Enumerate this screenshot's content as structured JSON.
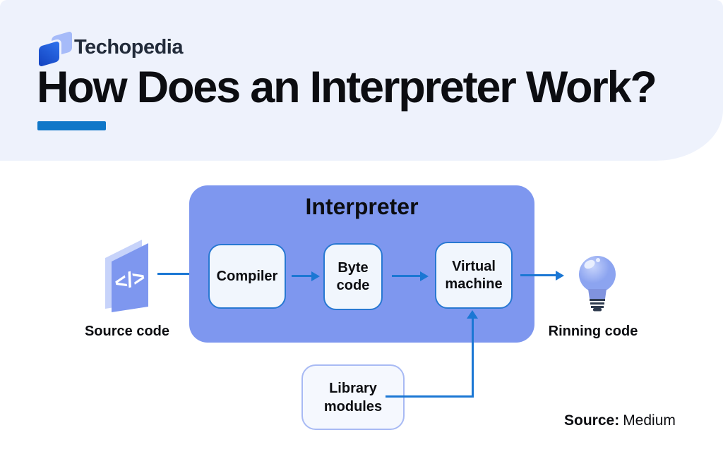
{
  "colors": {
    "canvas-bg": "#FFFFFF",
    "header-bg": "#EEF2FC",
    "text-dark": "#0C0D11",
    "brand-navy": "#222B3A",
    "underline-blue": "#1077C8",
    "interpreter-bg": "#7E97EF",
    "stage-bg": "#F1F6FD",
    "stage-border": "#2878D2",
    "library-bg": "#F5F8FE",
    "library-border": "#A8BAF4",
    "arrow-blue": "#1B77D4",
    "logo-back": "#A6BBF9",
    "logo-front-1": "#2F74EE",
    "logo-front-2": "#1240BE",
    "icon-face": "#7E97EF",
    "icon-bevel": "#C7D3FA",
    "bulb-main": "#8CA4F0",
    "bulb-light": "#C6D3FB",
    "bulb-highlight": "#E9EFFE",
    "bulb-neck": "#8093DE",
    "bulb-dark": "#2E3A4E"
  },
  "brand": {
    "name": "Techopedia"
  },
  "header": {
    "title": "How Does an Interpreter Work?"
  },
  "diagram": {
    "interpreter_label": "Interpreter",
    "stages": [
      {
        "label": "Compiler"
      },
      {
        "label": "Byte code"
      },
      {
        "label": "Virtual machine"
      }
    ],
    "input_label": "Source code",
    "output_label": "Rinning code",
    "library_label": "Library modules",
    "code_glyph": "</>"
  },
  "footer": {
    "source_label": "Source:",
    "source_value": "Medium"
  }
}
